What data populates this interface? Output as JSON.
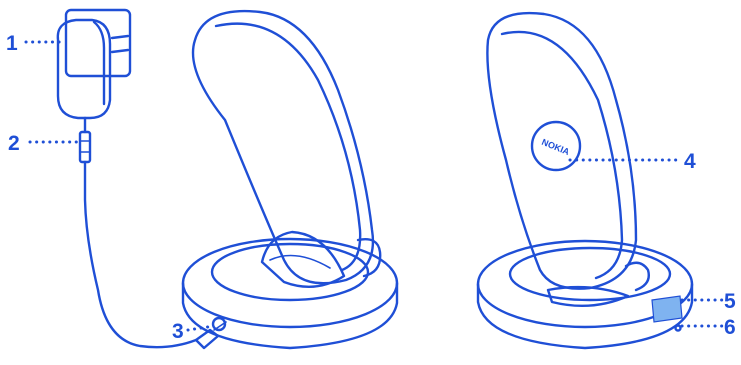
{
  "callouts": [
    {
      "number": "1",
      "part": "charger"
    },
    {
      "number": "2",
      "part": "charger-connector"
    },
    {
      "number": "3",
      "part": "charger-port"
    },
    {
      "number": "4",
      "part": "charging-area"
    },
    {
      "number": "5",
      "part": "indicator-light"
    },
    {
      "number": "6",
      "part": "lanyard-hole"
    }
  ],
  "pad_logo": "NOKIA",
  "colors": {
    "line": "#1f4fd6",
    "indicator": "#7fb3f0",
    "background": "#ffffff"
  }
}
